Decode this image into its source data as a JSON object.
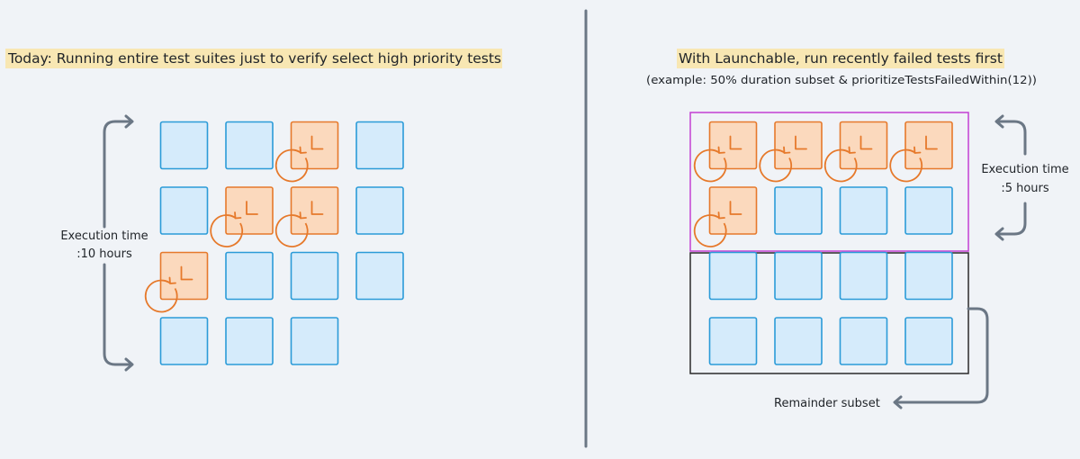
{
  "colors": {
    "background": "#f0f3f7",
    "highlight": "#f8e7b3",
    "test_tile_fill": "#d5ebfb",
    "test_tile_border": "#2b9bd8",
    "failed_tile_fill": "#fbd9bd",
    "failed_tile_border": "#e6792b",
    "arrow": "#6b7785",
    "subset_box_border": "#c23fd3",
    "remainder_box_border": "#2a2a2a"
  },
  "left": {
    "title": "Today: Running entire test suites just to verify select high priority tests",
    "execution_label_line1": "Execution time",
    "execution_label_line2": ":10 hours",
    "tiles": [
      [
        "blue",
        "blue",
        "clock",
        "blue"
      ],
      [
        "blue",
        "clock",
        "clock",
        "blue"
      ],
      [
        "clock",
        "blue",
        "blue",
        "blue"
      ],
      [
        "blue",
        "blue",
        "blue"
      ]
    ]
  },
  "right": {
    "title": "With Launchable, run recently failed tests first",
    "subtitle": "(example: 50% duration subset & prioritizeTestsFailedWithin(12))",
    "execution_label_line1": "Execution time",
    "execution_label_line2": ":5 hours",
    "remainder_label": "Remainder subset",
    "subset_tiles": [
      [
        "clock",
        "clock",
        "clock",
        "clock"
      ],
      [
        "clock",
        "blue",
        "blue",
        "blue"
      ]
    ],
    "remainder_tiles": [
      [
        "blue",
        "blue",
        "blue",
        "blue"
      ],
      [
        "blue",
        "blue",
        "blue",
        "blue"
      ]
    ]
  }
}
